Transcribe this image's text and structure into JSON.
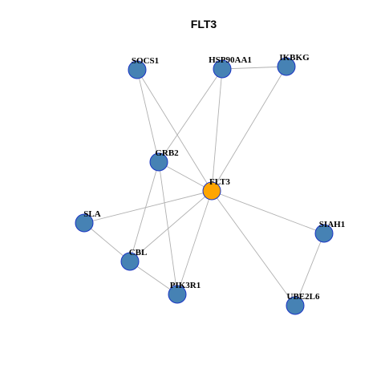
{
  "title": "FLT3",
  "colors": {
    "hub": "#FFA500",
    "node": "#4682B4",
    "node_border": "#1a35c4",
    "edge": "#b0b0b0"
  },
  "nodes": [
    {
      "id": "FLT3",
      "label": "FLT3",
      "hub": true
    },
    {
      "id": "SOCS1",
      "label": "SOCS1",
      "hub": false
    },
    {
      "id": "HSP90AA1",
      "label": "HSP90AA1",
      "hub": false
    },
    {
      "id": "IKBKG",
      "label": "IKBKG",
      "hub": false
    },
    {
      "id": "GRB2",
      "label": "GRB2",
      "hub": false
    },
    {
      "id": "SLA",
      "label": "SLA",
      "hub": false
    },
    {
      "id": "CBL",
      "label": "CBL",
      "hub": false
    },
    {
      "id": "PIK3R1",
      "label": "PIK3R1",
      "hub": false
    },
    {
      "id": "SIAH1",
      "label": "SIAH1",
      "hub": false
    },
    {
      "id": "UBE2L6",
      "label": "UBE2L6",
      "hub": false
    }
  ],
  "edges": [
    [
      "SOCS1",
      "GRB2"
    ],
    [
      "SOCS1",
      "FLT3"
    ],
    [
      "HSP90AA1",
      "IKBKG"
    ],
    [
      "HSP90AA1",
      "GRB2"
    ],
    [
      "HSP90AA1",
      "FLT3"
    ],
    [
      "IKBKG",
      "FLT3"
    ],
    [
      "GRB2",
      "FLT3"
    ],
    [
      "GRB2",
      "CBL"
    ],
    [
      "GRB2",
      "PIK3R1"
    ],
    [
      "SLA",
      "FLT3"
    ],
    [
      "SLA",
      "CBL"
    ],
    [
      "CBL",
      "FLT3"
    ],
    [
      "CBL",
      "PIK3R1"
    ],
    [
      "PIK3R1",
      "FLT3"
    ],
    [
      "FLT3",
      "SIAH1"
    ],
    [
      "FLT3",
      "UBE2L6"
    ],
    [
      "SIAH1",
      "UBE2L6"
    ]
  ]
}
